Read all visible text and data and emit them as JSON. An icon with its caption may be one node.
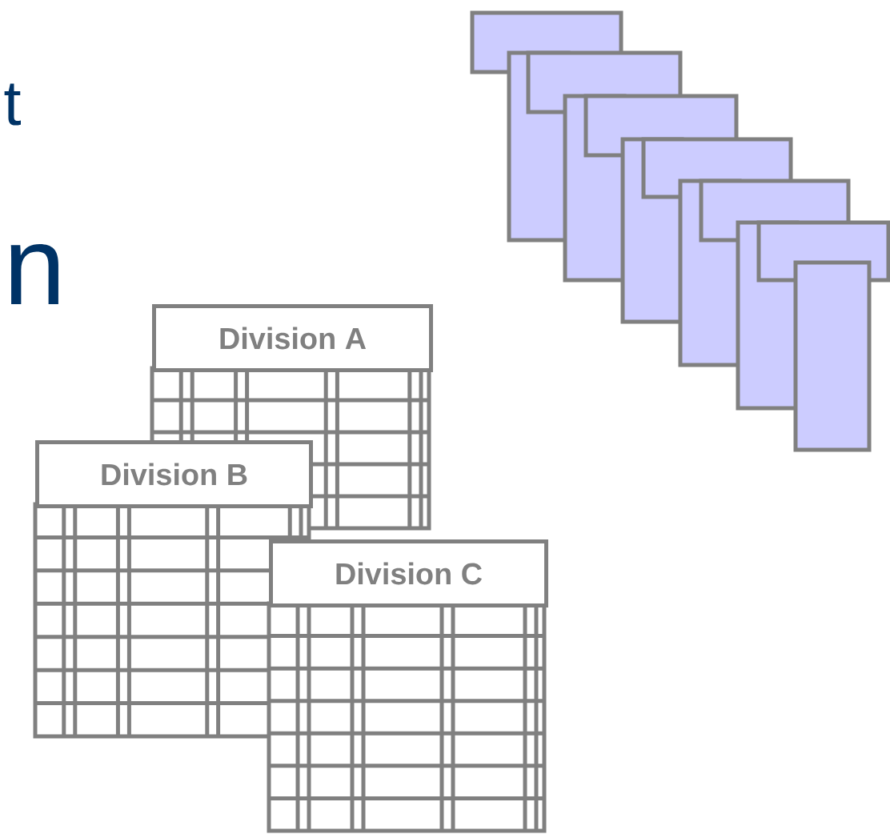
{
  "diagram": {
    "nodes": [
      {
        "text": [
          "Division A"
        ]
      },
      {
        "text": [
          "Division B"
        ]
      },
      {
        "text": [
          "Division C"
        ]
      }
    ],
    "labels": [
      "t",
      "n"
    ]
  }
}
